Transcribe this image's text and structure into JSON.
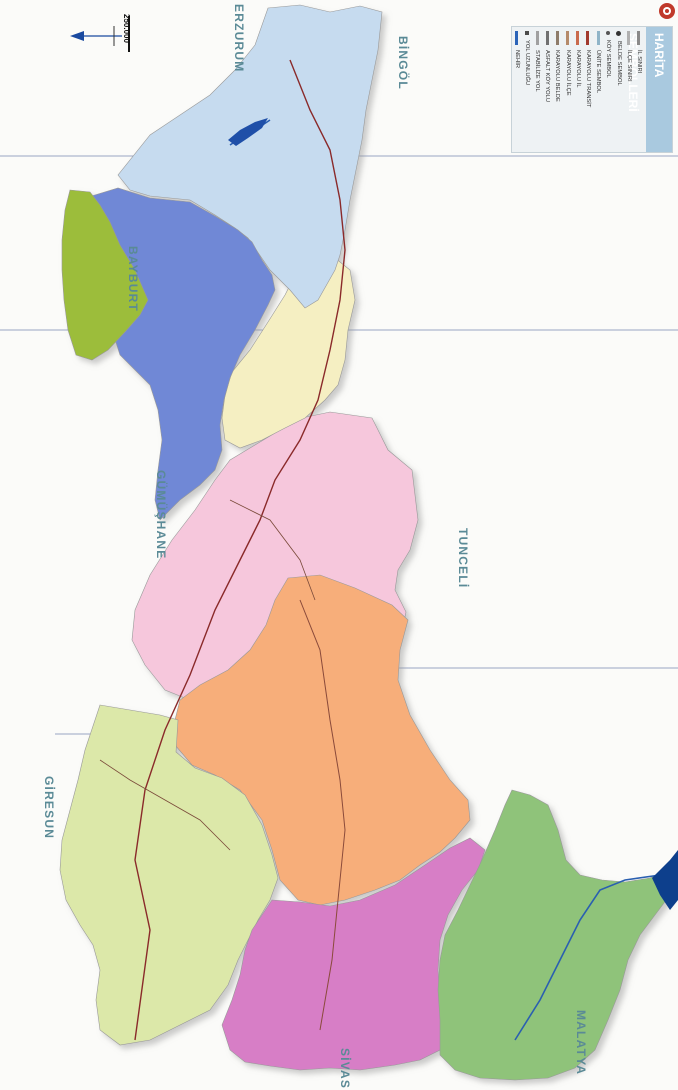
{
  "map": {
    "neighbors": [
      {
        "id": "erzurum",
        "name": "ERZURUM"
      },
      {
        "id": "bingol",
        "name": "BİNGÖL"
      },
      {
        "id": "bayburt",
        "name": "BAYBURT"
      },
      {
        "id": "gumushane",
        "name": "GÜMÜŞHANE"
      },
      {
        "id": "tunceli",
        "name": "TUNCELİ"
      },
      {
        "id": "giresun",
        "name": "GİRESUN"
      },
      {
        "id": "malatya",
        "name": "MALATYA"
      },
      {
        "id": "sivas",
        "name": "SİVAS"
      }
    ],
    "scale": {
      "text": "250.000"
    },
    "legend": {
      "title": "HARİTA SEMBOLLERİ",
      "items": [
        {
          "label": "İL SINIRI",
          "color": "#8a8a8a"
        },
        {
          "label": "İLÇE SINIRI",
          "color": "#b0b0b0"
        },
        {
          "label": "BELDE SEMBOL",
          "color": "#333333"
        },
        {
          "label": "KÖY SEMBOL",
          "color": "#555555"
        },
        {
          "label": "ÜNİTE SEMBOL",
          "color": "#8fb4c8"
        },
        {
          "label": "KARAYOLU TRANSİT",
          "color": "#a23a2e"
        },
        {
          "label": "KARAYOLU İL",
          "color": "#c96a4d"
        },
        {
          "label": "KARAYOLU İLÇE",
          "color": "#b58a6a"
        },
        {
          "label": "KARAYOLU BELDE",
          "color": "#8e7c6a"
        },
        {
          "label": "ASFALT KÖY YOLU",
          "color": "#707070"
        },
        {
          "label": "STABİLİZE YOL",
          "color": "#a0a0a0"
        },
        {
          "label": "YOL UZUNLUĞU",
          "color": "#4a4a4a"
        },
        {
          "label": "NEHİR",
          "color": "#2a63b8"
        }
      ]
    },
    "district_colors": {
      "green_north": "#9cbd3a",
      "blue_dark": "#6f88d6",
      "blue_light": "#c6dbef",
      "yellow": "#f5efc2",
      "pink": "#f6c7dc",
      "orange": "#f7ae7a",
      "lightgreen": "#dce8a9",
      "magenta": "#d77ec6",
      "green_south": "#8fc37a"
    }
  }
}
